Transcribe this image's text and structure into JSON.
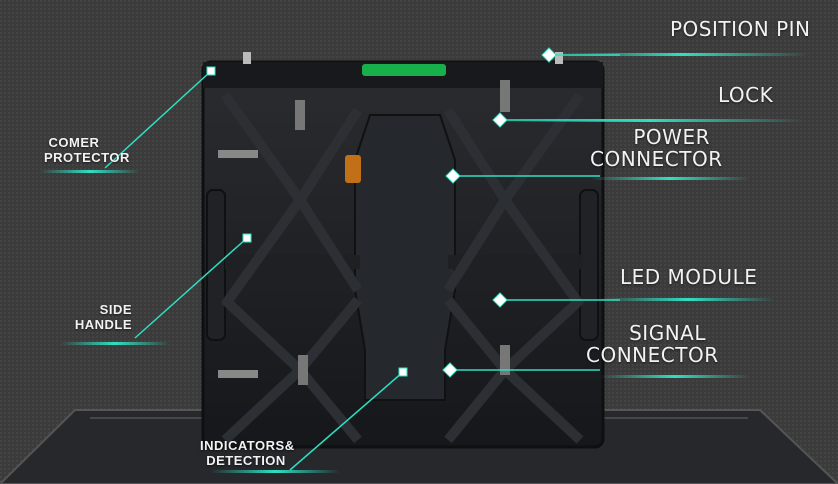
{
  "labels": {
    "position_pin": "POSITION PIN",
    "lock": "LOCK",
    "power_connector": "POWER\nCONNECTOR",
    "led_module": "LED MODULE",
    "signal_connector": "SIGNAL\nCONNECTOR",
    "corner_protector": "COMER\nPROTECTOR",
    "side_handle": "SIDE\nHANDLE",
    "indicators_detection": "INDICATORS&\nDETECTION"
  },
  "colors": {
    "background": "#3a3a3a",
    "cabinet": "#1c1e21",
    "accent": "#2ee0c2",
    "handle_green": "#18b04a",
    "text": "#f2f2f2"
  }
}
